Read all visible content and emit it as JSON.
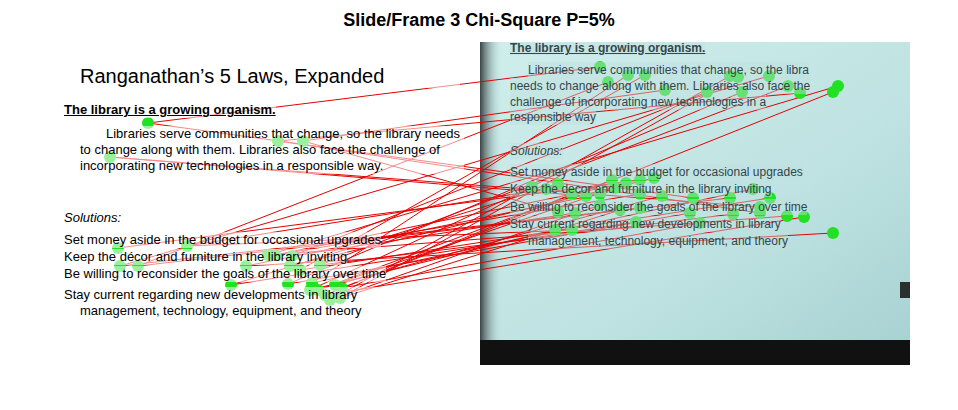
{
  "diagram": {
    "title": "Slide/Frame 3 Chi-Square P=5%",
    "labels": [
      "Ranganathan’s 5 Laws, Expanded",
      "The library is a growing organism.",
      "Libraries serve communities that change, so the library needs to change along with them. Libraries also face the challenge of incorporating new technologies in a responsible way.",
      "Solutions:",
      "Set money aside in the budget for occasional upgrades",
      "Keep the décor and furniture in the library inviting",
      "Be willing to reconsider the goals of the library over time",
      "Stay current regarding new developments in library management, technology, equipment, and theory",
      "The library is a growing organism.",
      "Libraries serve communities that change, so the libra",
      "needs to change along with them. Libraries also face the",
      "challenge of incorporating new technologies in a",
      "responsible way",
      "Solutions:",
      "Set money aside in the budget for occasional upgrades",
      "Keep the decor and furniture in the library inviting",
      "Be willing to reconsider the goals of the library over time",
      "Stay current regarding new developments in library",
      "management, technology, equipment, and theory"
    ]
  }
}
